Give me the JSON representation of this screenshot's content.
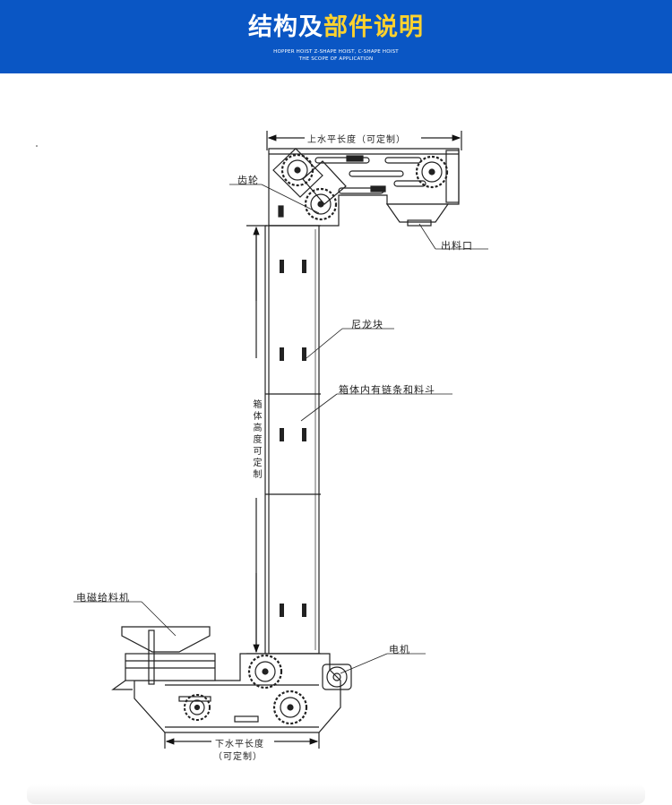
{
  "banner": {
    "title_white": "结构及",
    "title_yellow": "部件说明",
    "sub_line1": "HOPPER HOIST Z-SHAPE HOIST, C-SHAPE HOIST",
    "sub_line2": "THE SCOPE OF APPLICATION",
    "bg_color": "#0a56c4",
    "accent_color": "#ffd22e"
  },
  "labels": {
    "top_length": "上水平长度（可定制）",
    "gear": "齿轮",
    "outlet": "出料口",
    "nylon_block": "尼龙块",
    "chain_bucket": "箱体内有链条和料斗",
    "box_height": "箱体高度可定制",
    "feeder": "电磁给料机",
    "motor": "电机",
    "bottom_length_1": "下水平长度",
    "bottom_length_2": "（可定制）"
  }
}
